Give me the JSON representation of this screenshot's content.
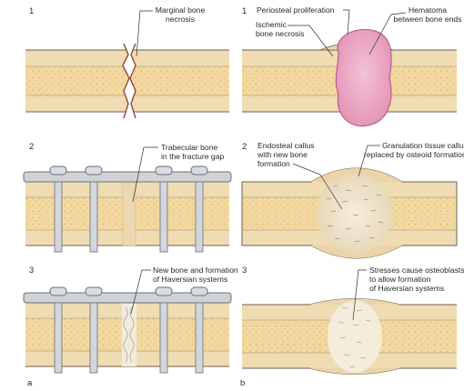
{
  "colors": {
    "cortex": "#efdcb2",
    "marrow": "#f3d9a0",
    "bone_line": "#6c6152",
    "stipple": "#c79a5e",
    "hematoma": "#e7a3bf",
    "hematoma_edge": "#b95f88",
    "plate": "#cfd2d6",
    "plate_edge": "#6b7078",
    "callus": "#eadcc0"
  },
  "panel_a": {
    "letter": "a",
    "steps": [
      {
        "num": "1",
        "labels": [
          "Marginal bone",
          "necrosis"
        ]
      },
      {
        "num": "2",
        "labels": [
          "Trabecular bone",
          "in the fracture gap"
        ]
      },
      {
        "num": "3",
        "labels": [
          "New bone and formation",
          "of Haversian systems"
        ]
      }
    ]
  },
  "panel_b": {
    "letter": "b",
    "steps": [
      {
        "num": "1",
        "labels": {
          "periosteal": "Periosteal proliferation",
          "ischemic": [
            "Ischemic",
            "bone necrosis"
          ],
          "hematoma": [
            "Hematoma",
            "between bone ends"
          ]
        }
      },
      {
        "num": "2",
        "labels": {
          "endosteal": [
            "Endosteal callus",
            "with new bone",
            "formation"
          ],
          "granulation": [
            "Granulation tissue callus,",
            "replaced by osteoid formation"
          ]
        }
      },
      {
        "num": "3",
        "labels": {
          "stresses": [
            "Stresses cause osteoblasts",
            "to allow formation",
            "of Haversian systems"
          ]
        }
      }
    ]
  }
}
